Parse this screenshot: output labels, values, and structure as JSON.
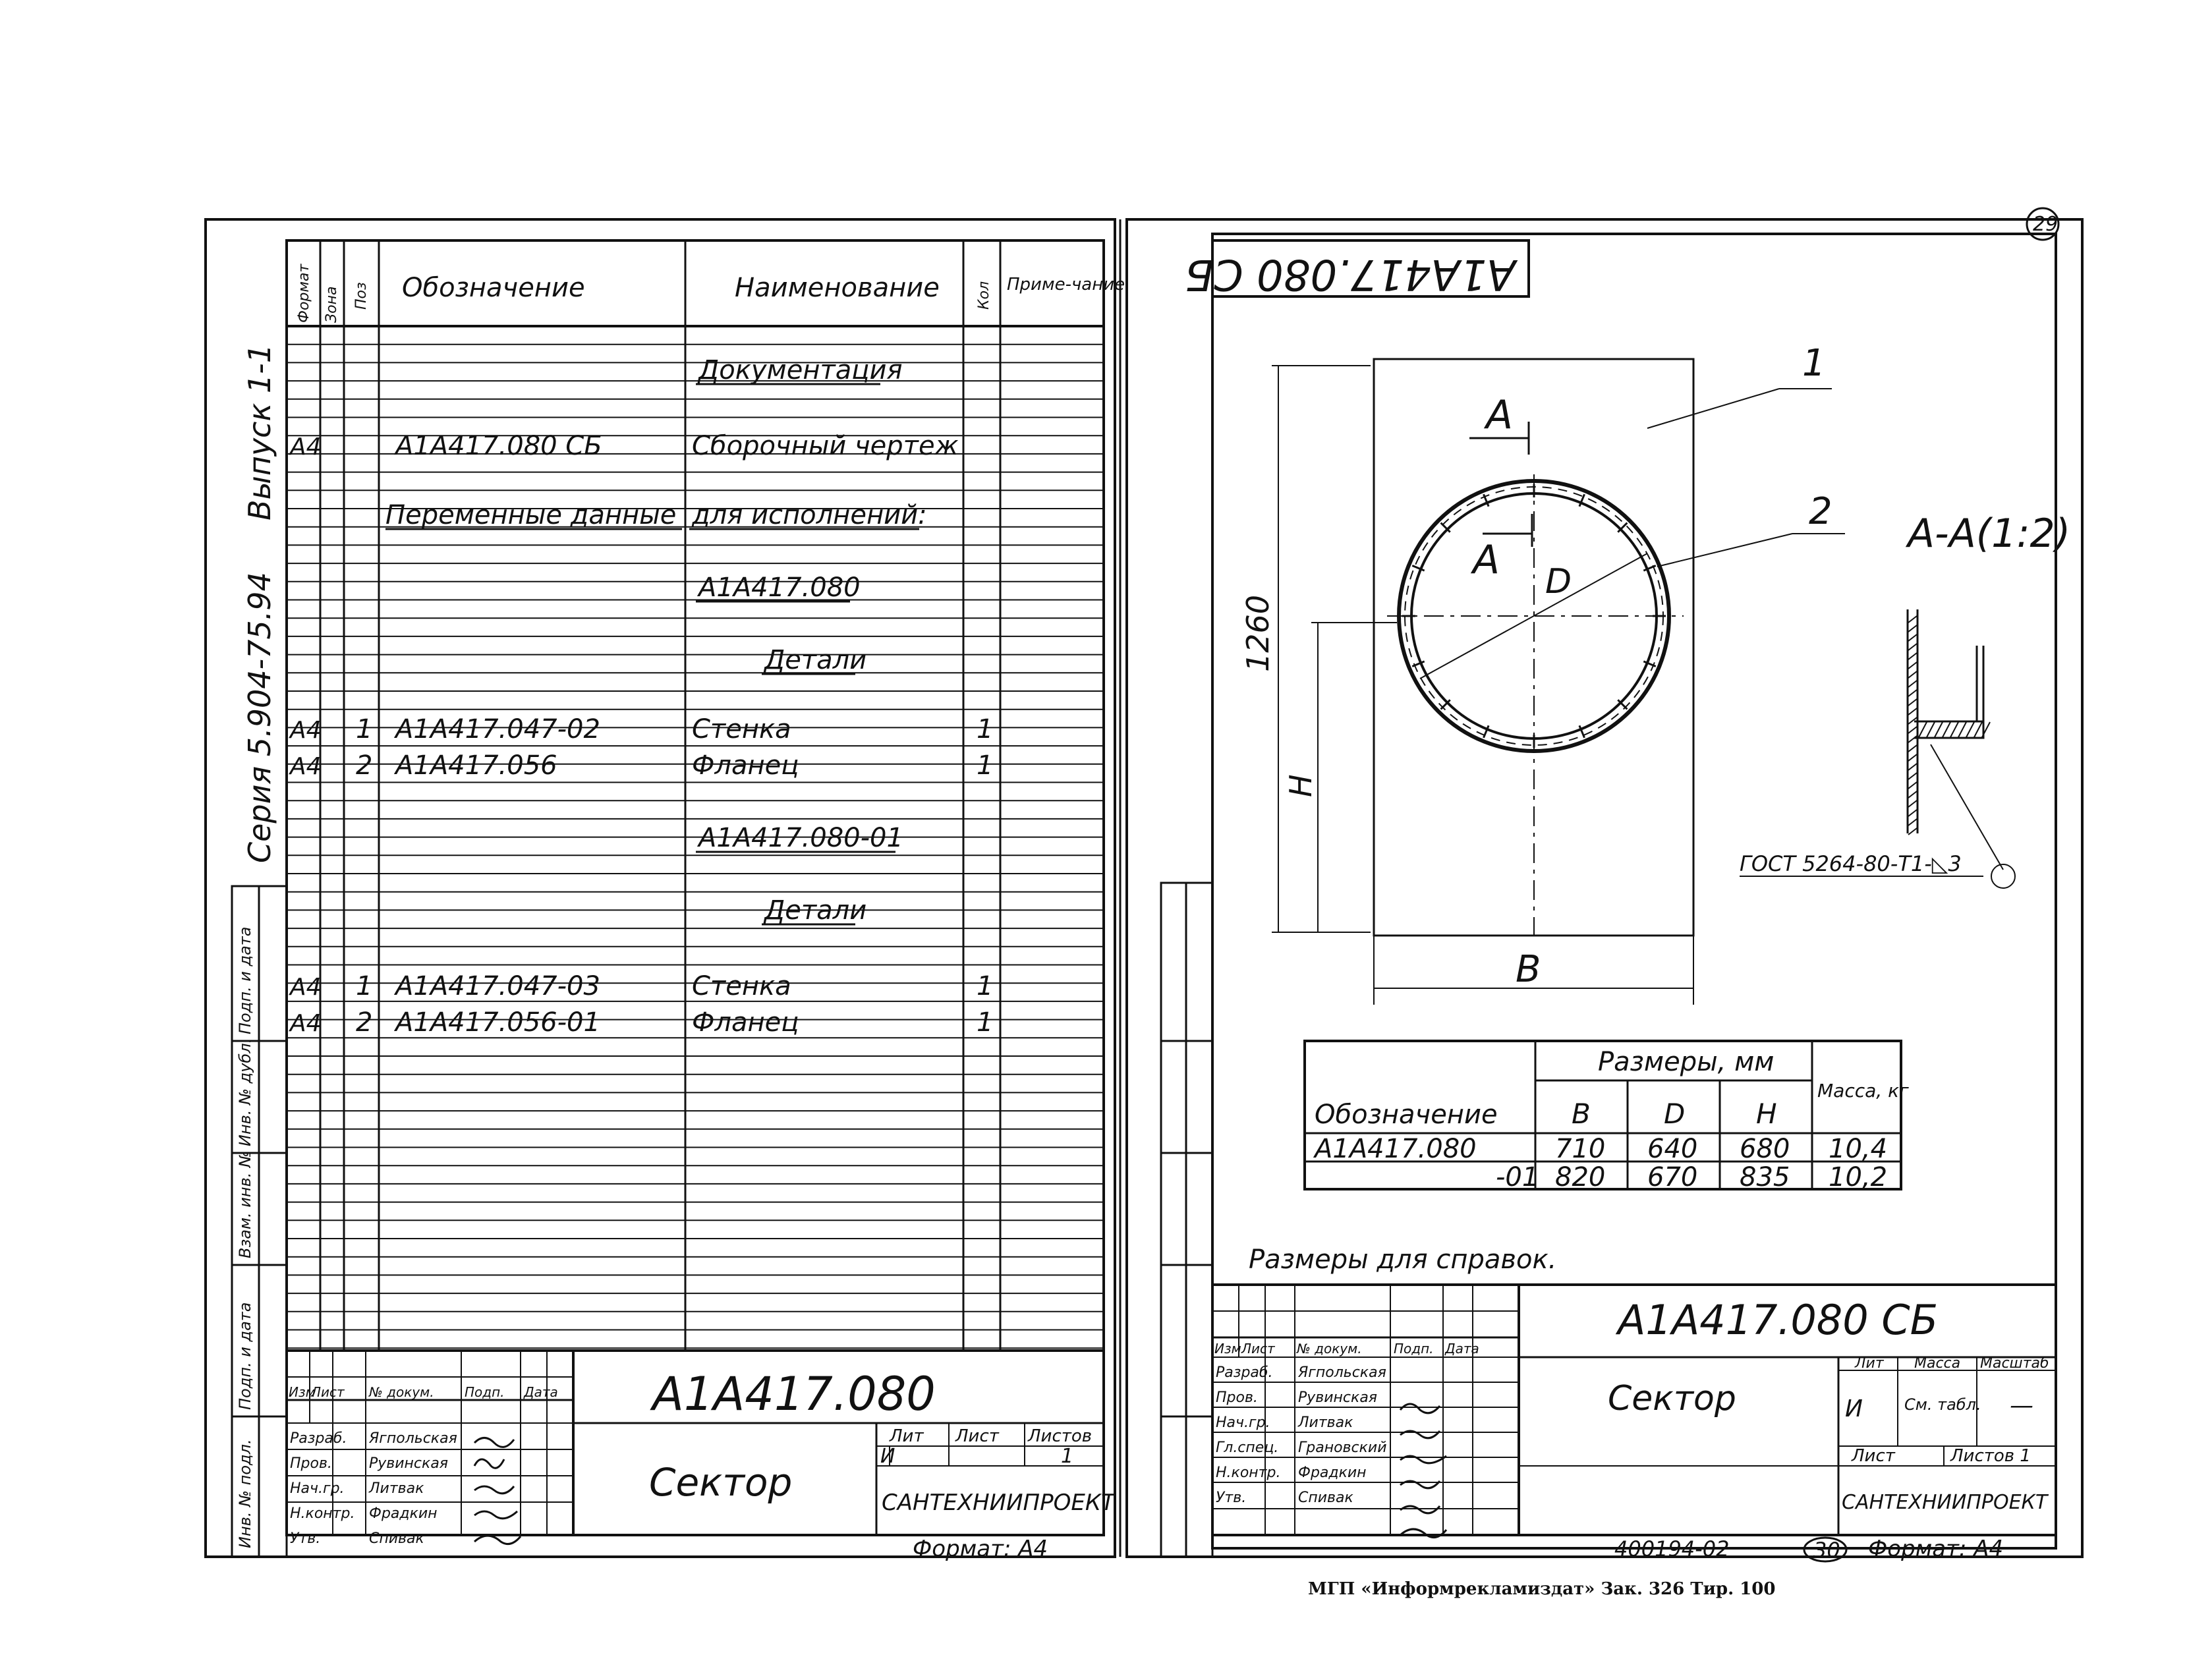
{
  "left_sheet": {
    "side_labels": {
      "series": "Серия 5.904-75.94",
      "issue": "Выпуск 1-1",
      "stamp_cells": [
        "Подп. и дата",
        "Инв. № дубл.",
        "Взам. инв. №",
        "Подп. и дата",
        "Инв. № подл."
      ]
    },
    "spec_headers": {
      "format": "Формат",
      "zone": "Зона",
      "pos": "Поз",
      "designation": "Обозначение",
      "name": "Наименование",
      "qty": "Кол",
      "note": "Приме-чание"
    },
    "rows": [
      {
        "format": "",
        "pos": "",
        "designation": "",
        "name": "Документация",
        "qty": "",
        "underline": true
      },
      {
        "format": "А4",
        "pos": "",
        "designation": "А1А417.080 СБ",
        "name": "Сборочный чертеж",
        "qty": ""
      },
      {
        "format": "",
        "pos": "",
        "designation": "Переменные данные",
        "name": "для исполнений:",
        "qty": "",
        "underline": true
      },
      {
        "format": "",
        "pos": "",
        "designation": "",
        "name": "А1А417.080",
        "qty": "",
        "underline": true
      },
      {
        "format": "",
        "pos": "",
        "designation": "",
        "name": "Детали",
        "qty": "",
        "underline": true
      },
      {
        "format": "А4",
        "pos": "1",
        "designation": "А1А417.047-02",
        "name": "Стенка",
        "qty": "1"
      },
      {
        "format": "А4",
        "pos": "2",
        "designation": "А1А417.056",
        "name": "Фланец",
        "qty": "1"
      },
      {
        "format": "",
        "pos": "",
        "designation": "",
        "name": "А1А417.080-01",
        "qty": "",
        "underline": true
      },
      {
        "format": "",
        "pos": "",
        "designation": "",
        "name": "Детали",
        "qty": "",
        "underline": true
      },
      {
        "format": "А4",
        "pos": "1",
        "designation": "А1А417.047-03",
        "name": "Стенка",
        "qty": "1"
      },
      {
        "format": "А4",
        "pos": "2",
        "designation": "А1А417.056-01",
        "name": "Фланец",
        "qty": "1"
      }
    ],
    "title_block": {
      "designation": "А1А417.080",
      "name": "Сектор",
      "company": "САНТЕХНИИПРОЕКТ",
      "lit_header": "Лит",
      "sheet_header": "Лист",
      "sheets_header": "Листов",
      "lit_value": "И",
      "sheets_value": "1",
      "change_headers": [
        "Изм",
        "Лист",
        "№ докум.",
        "Подп.",
        "Дата"
      ],
      "persons": [
        {
          "role": "Разраб.",
          "name": "Ягпольская"
        },
        {
          "role": "Пров.",
          "name": "Рувинская"
        },
        {
          "role": "Нач.гр.",
          "name": "Литвак"
        },
        {
          "role": "Н.контр.",
          "name": "Фрадкин"
        },
        {
          "role": "Утв.",
          "name": "Спивак"
        }
      ],
      "format": "Формат: А4"
    }
  },
  "right_sheet": {
    "page_number": "29",
    "mirrored_label": "А1А417.080 СБ",
    "drawing": {
      "pos1": "1",
      "pos2": "2",
      "section_label": "А",
      "diameter_label": "D",
      "height_dim": "1260",
      "h_dim": "H",
      "width_dim": "B",
      "section_view_title": "А-А(1:2)",
      "weld_note": "ГОСТ 5264-80-Т1-◺3"
    },
    "size_table": {
      "col_designation": "Обозначение",
      "col_sizes": "Размеры, мм",
      "col_b": "B",
      "col_d": "D",
      "col_h": "H",
      "col_mass": "Масса, кг",
      "rows": [
        {
          "designation": "А1А417.080",
          "b": "710",
          "d": "640",
          "h": "680",
          "mass": "10,4"
        },
        {
          "designation": "-01",
          "b": "820",
          "d": "670",
          "h": "835",
          "mass": "10,2"
        }
      ]
    },
    "reference_note": "Размеры для справок.",
    "title_block": {
      "designation": "А1А417.080 СБ",
      "name": "Сектор",
      "lit_header": "Лит",
      "mass_header": "Масса",
      "scale_header": "Масштаб",
      "lit_value": "И",
      "mass_value": "См. табл.",
      "scale_value": "—",
      "sheet_label": "Лист",
      "sheets_label": "Листов 1",
      "company": "САНТЕХНИИПРОЕКТ",
      "change_headers": [
        "Изм",
        "Лист",
        "№ докум.",
        "Подп.",
        "Дата"
      ],
      "persons": [
        {
          "role": "Разраб.",
          "name": "Ягпольская"
        },
        {
          "role": "Пров.",
          "name": "Рувинская"
        },
        {
          "role": "Нач.гр.",
          "name": "Литвак"
        },
        {
          "role": "Гл.спец.",
          "name": "Грановский"
        },
        {
          "role": "Н.контр.",
          "name": "Фрадкин"
        },
        {
          "role": "Утв.",
          "name": "Спивак"
        }
      ],
      "footer_code": "400194-02",
      "footer_circled": "30",
      "format": "Формат: А4"
    }
  },
  "imprint": "МГП «Информрекламиздат»    Зак. 326  Тир. 100"
}
